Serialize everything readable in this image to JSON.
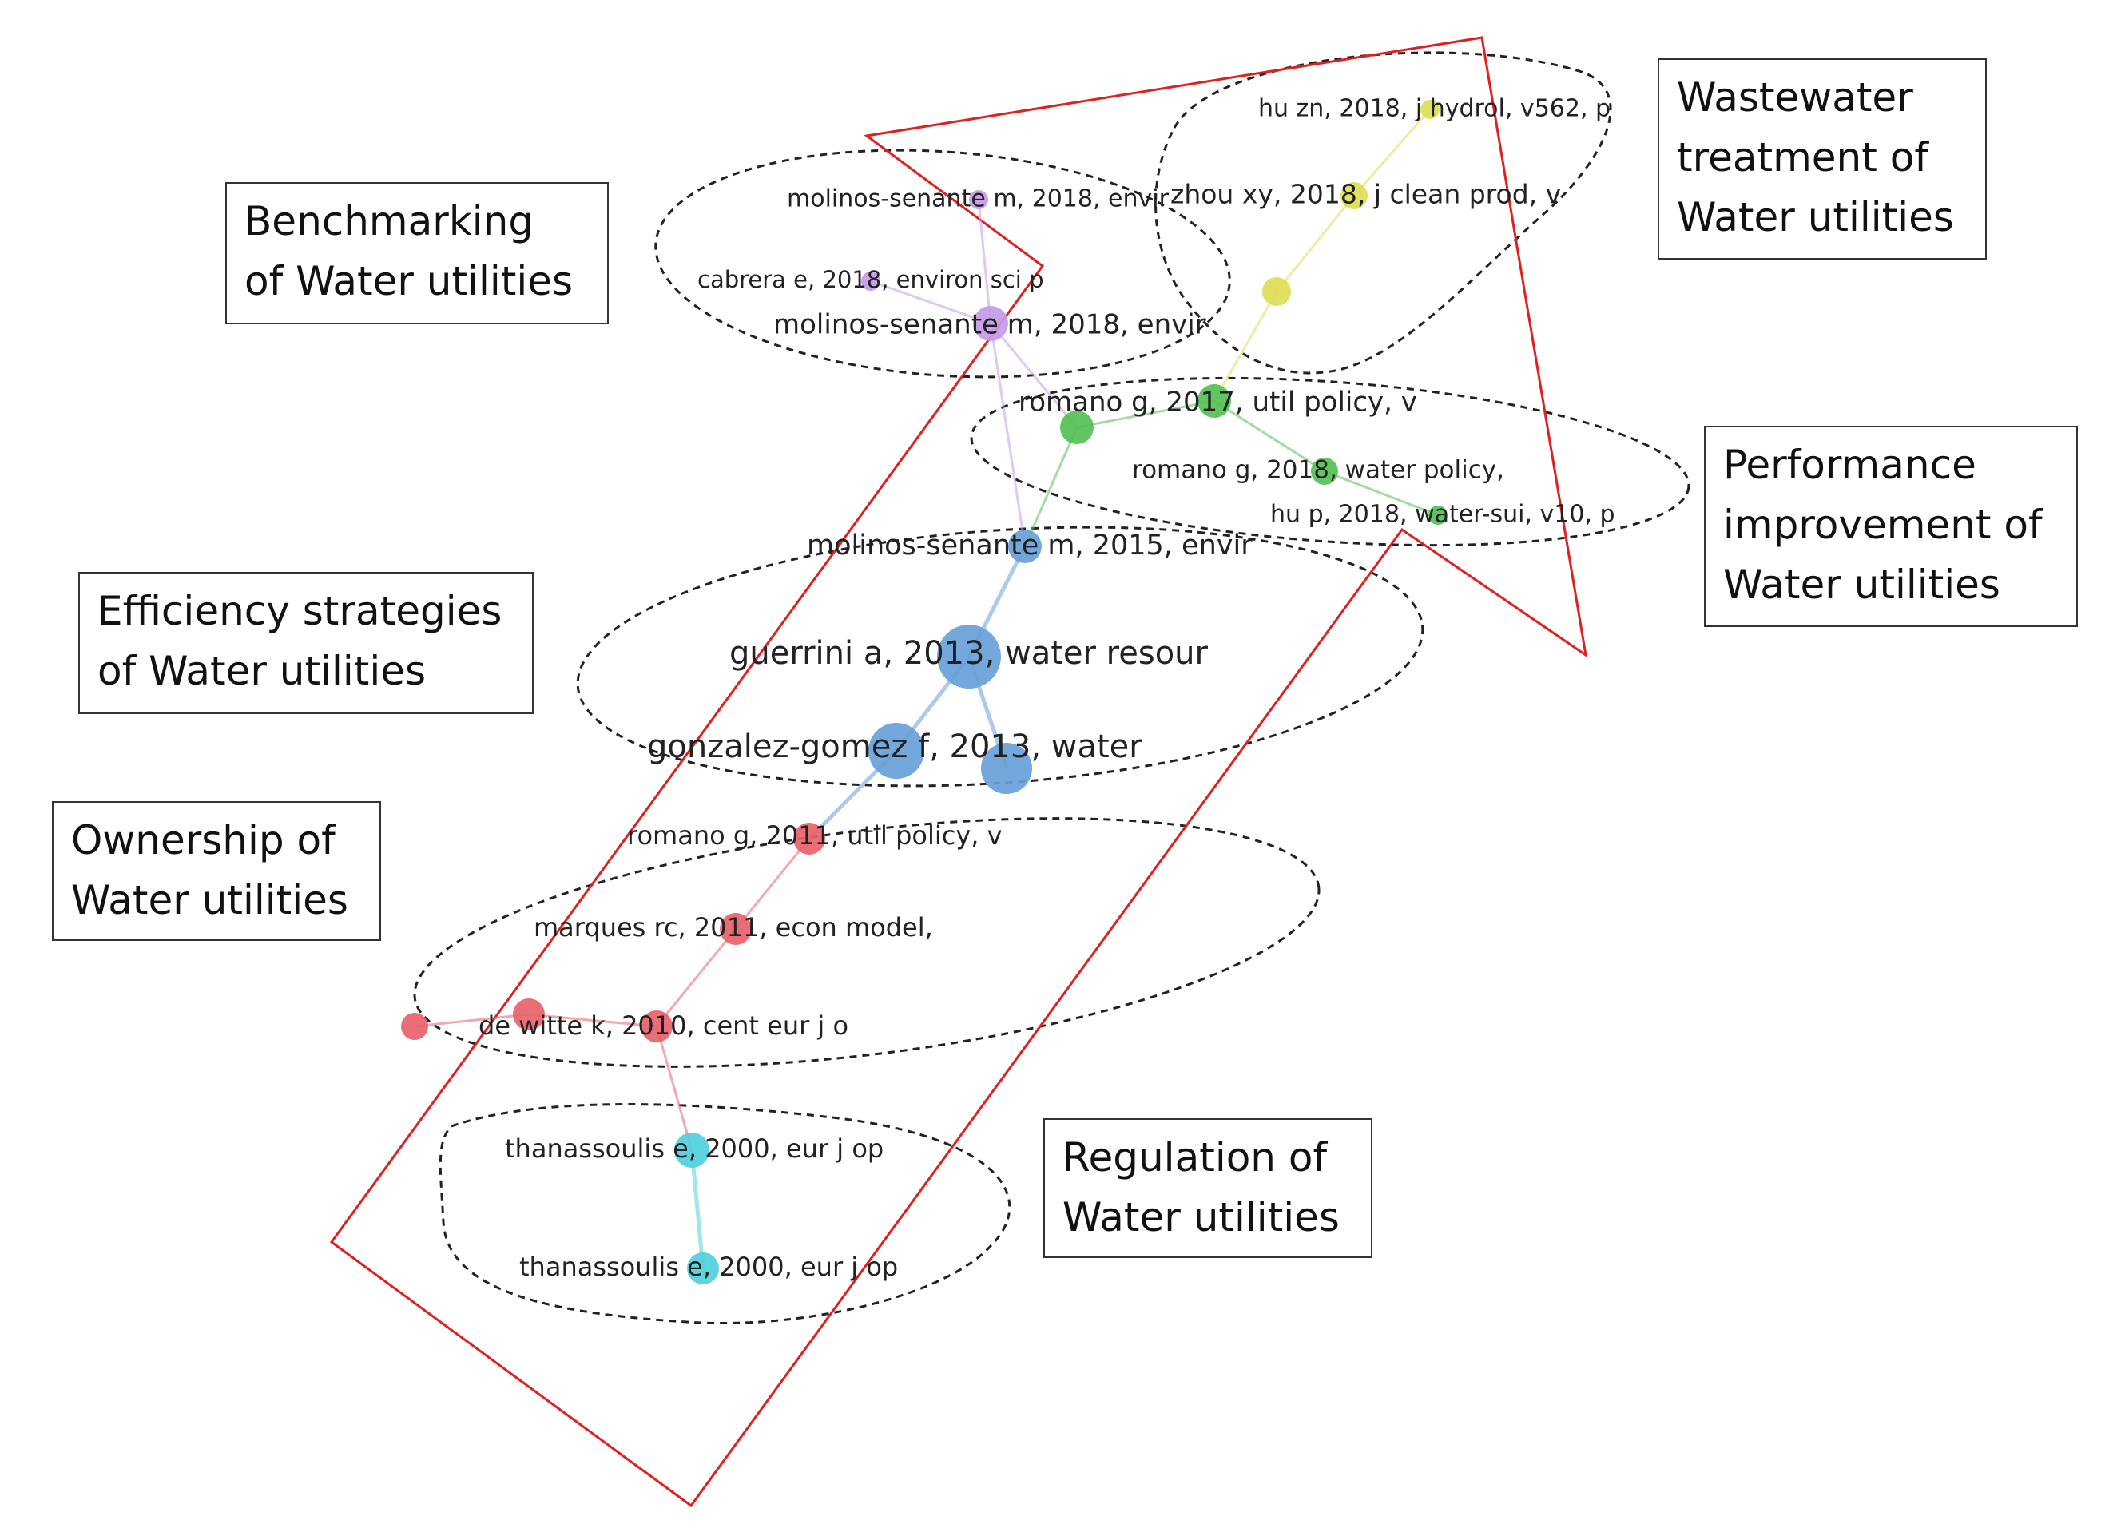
{
  "colors": {
    "purple": "#c49ae6",
    "yellow": "#dddd55",
    "green": "#55c055",
    "blue": "#68a0d8",
    "red": "#e8626a",
    "cyan": "#4fd0dc",
    "outline": "#e02020"
  },
  "clusters": [
    {
      "key": "benchmarking",
      "lines": [
        "Benchmarking",
        "of Water utilities"
      ]
    },
    {
      "key": "wastewater",
      "lines": [
        "Wastewater",
        "treatment of",
        "Water utilities"
      ]
    },
    {
      "key": "performance",
      "lines": [
        "Performance",
        "improvement of",
        "Water utilities"
      ]
    },
    {
      "key": "efficiency",
      "lines": [
        "Efficiency strategies",
        "of Water utilities"
      ]
    },
    {
      "key": "ownership",
      "lines": [
        "Ownership of",
        "Water utilities"
      ]
    },
    {
      "key": "regulation",
      "lines": [
        "Regulation of",
        "Water utilities"
      ]
    }
  ],
  "nodes": [
    {
      "id": "p1",
      "cluster": "purple",
      "label": "molinos-senante m, 2018, envir",
      "weight": 1
    },
    {
      "id": "p2",
      "cluster": "purple",
      "label": "cabrera e, 2018, environ sci p",
      "weight": 1
    },
    {
      "id": "p3",
      "cluster": "purple",
      "label": "molinos-senante m, 2018, envir",
      "weight": 2
    },
    {
      "id": "y1",
      "cluster": "yellow",
      "label": "hu zn, 2018, j hydrol, v562, p",
      "weight": 1
    },
    {
      "id": "y2",
      "cluster": "yellow",
      "label": "zhou xy, 2018, j clean prod, v",
      "weight": 2
    },
    {
      "id": "y3",
      "cluster": "yellow",
      "label": "",
      "weight": 2
    },
    {
      "id": "g1",
      "cluster": "green",
      "label": "romano g, 2017, util policy, v",
      "weight": 3
    },
    {
      "id": "g2",
      "cluster": "green",
      "label": "",
      "weight": 3
    },
    {
      "id": "g3",
      "cluster": "green",
      "label": "romano g, 2018, water policy,",
      "weight": 2
    },
    {
      "id": "g4",
      "cluster": "green",
      "label": "hu p, 2018, water-sui, v10, p",
      "weight": 1
    },
    {
      "id": "b1",
      "cluster": "blue",
      "label": "molinos-senante m, 2015, envir",
      "weight": 3
    },
    {
      "id": "b2",
      "cluster": "blue",
      "label": "guerrini a, 2013, water resour",
      "weight": 6
    },
    {
      "id": "b3",
      "cluster": "blue",
      "label": "gonzalez-gomez f, 2013, water",
      "weight": 5
    },
    {
      "id": "b4",
      "cluster": "blue",
      "label": "",
      "weight": 5
    },
    {
      "id": "r1",
      "cluster": "red",
      "label": "romano g, 2011, util policy, v",
      "weight": 3
    },
    {
      "id": "r2",
      "cluster": "red",
      "label": "marques rc, 2011, econ model,",
      "weight": 3
    },
    {
      "id": "r3",
      "cluster": "red",
      "label": "de witte k, 2010, cent eur j o",
      "weight": 3
    },
    {
      "id": "r4",
      "cluster": "red",
      "label": "",
      "weight": 3
    },
    {
      "id": "r5",
      "cluster": "red",
      "label": "",
      "weight": 3
    },
    {
      "id": "c1",
      "cluster": "cyan",
      "label": "thanassoulis e, 2000, eur j op",
      "weight": 3
    },
    {
      "id": "c2",
      "cluster": "cyan",
      "label": "thanassoulis e, 2000, eur j op",
      "weight": 3
    }
  ],
  "links": [
    [
      "p1",
      "p3"
    ],
    [
      "p2",
      "p3"
    ],
    [
      "p3",
      "g2"
    ],
    [
      "p3",
      "b1"
    ],
    [
      "y1",
      "y2"
    ],
    [
      "y2",
      "y3"
    ],
    [
      "y3",
      "g1"
    ],
    [
      "g2",
      "g1"
    ],
    [
      "g1",
      "g3"
    ],
    [
      "g3",
      "g4"
    ],
    [
      "g2",
      "b1"
    ],
    [
      "b1",
      "b2"
    ],
    [
      "b2",
      "b3"
    ],
    [
      "b2",
      "b4"
    ],
    [
      "b3",
      "r1"
    ],
    [
      "r1",
      "r2"
    ],
    [
      "r2",
      "r3"
    ],
    [
      "r3",
      "r4"
    ],
    [
      "r4",
      "r5"
    ],
    [
      "r3",
      "c1"
    ],
    [
      "c1",
      "c2"
    ]
  ]
}
